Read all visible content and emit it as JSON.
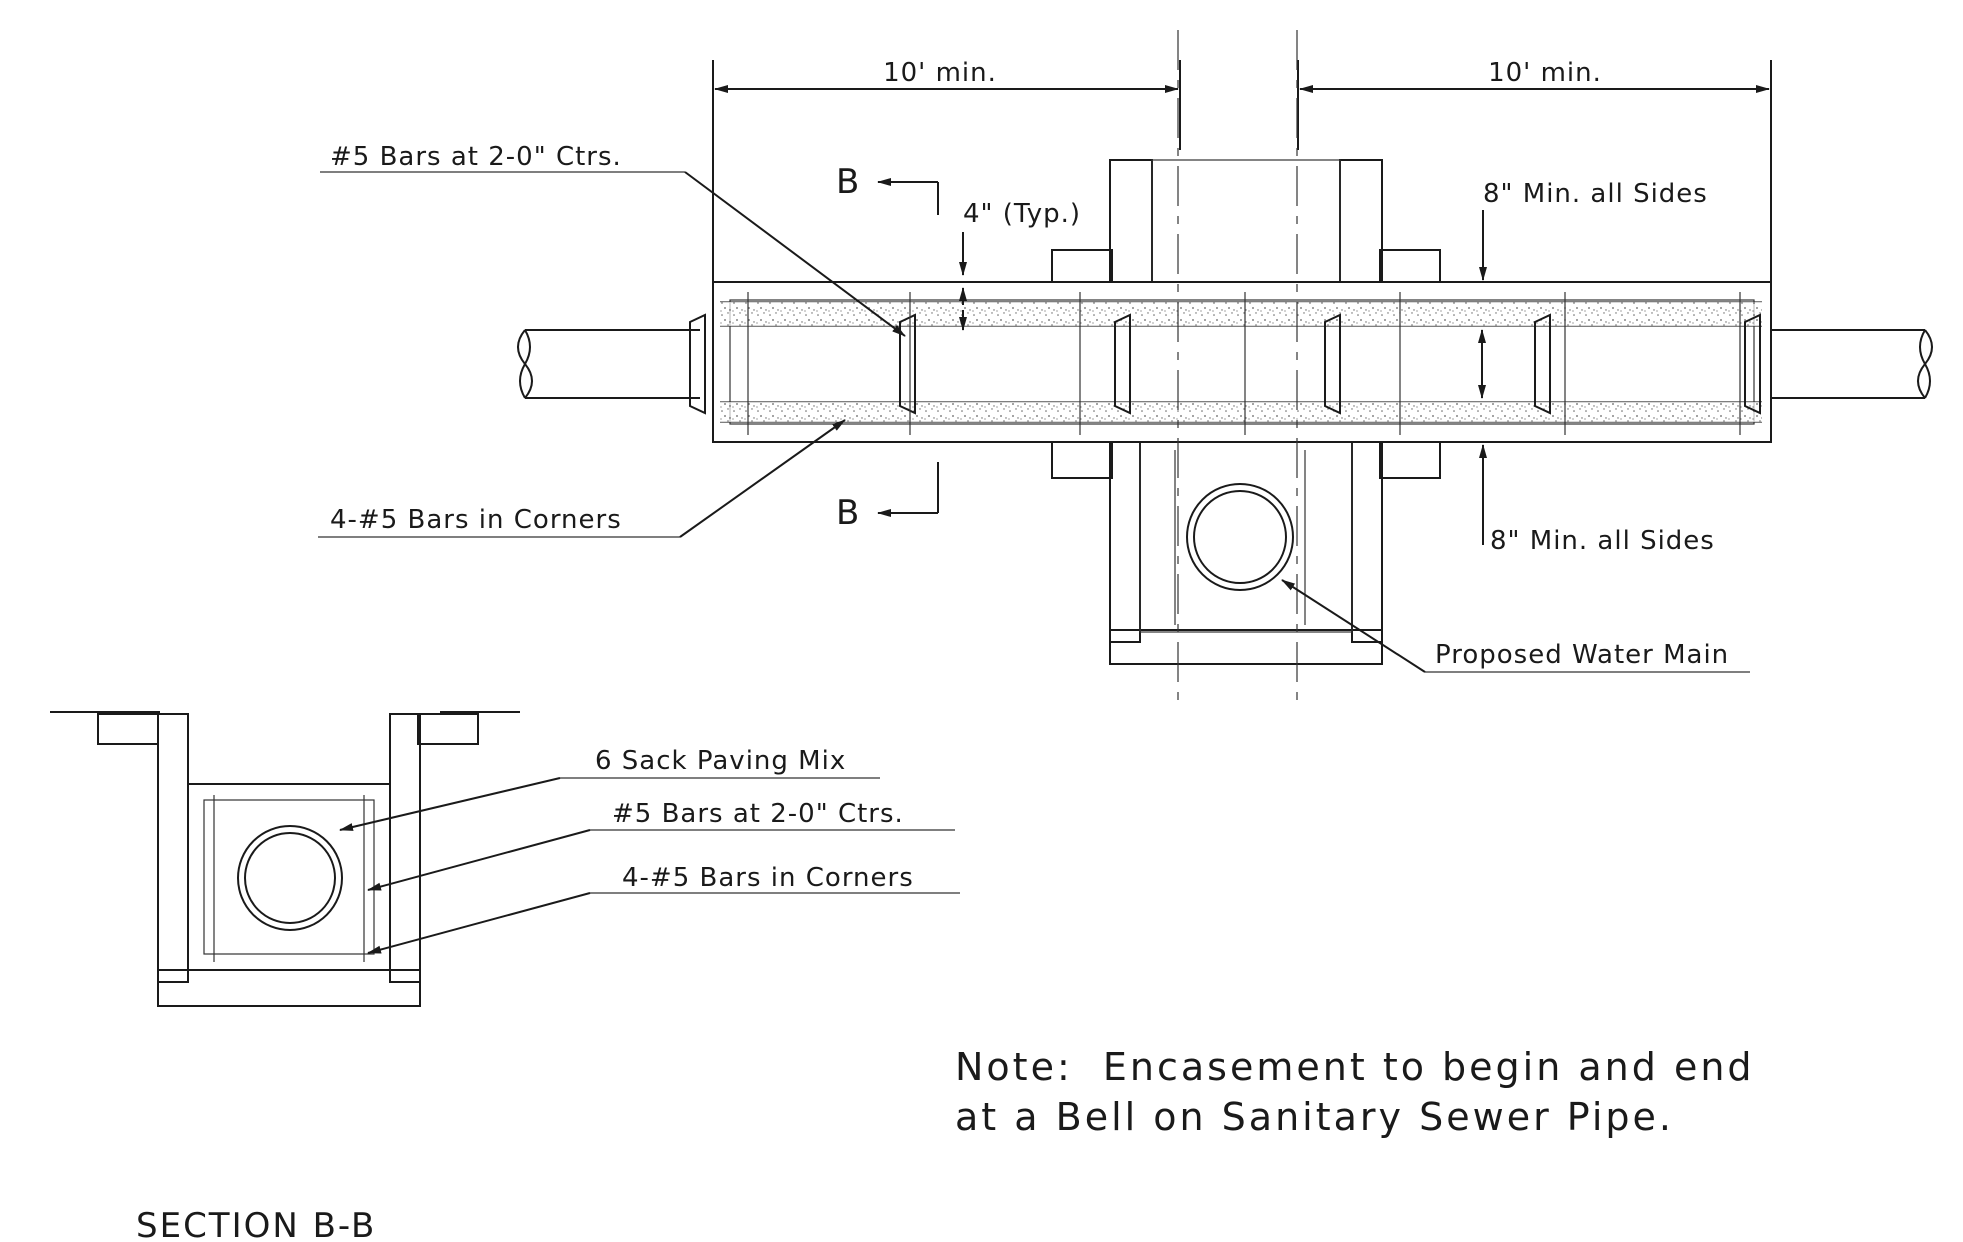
{
  "plan": {
    "dim_left": "10' min.",
    "dim_right": "10' min.",
    "label_bars_top": "#5 Bars at 2-0\" Ctrs.",
    "label_bars_corners": "4-#5 Bars in Corners",
    "section_mark_top": "B",
    "section_mark_bottom": "B",
    "label_typ": "4\" (Typ.)",
    "label_min_top": "8\" Min. all Sides",
    "label_min_bottom": "8\" Min. all Sides",
    "label_water_main": "Proposed Water Main"
  },
  "section": {
    "label_paving_mix": "6 Sack Paving Mix",
    "label_bars": "#5 Bars at 2-0\" Ctrs.",
    "label_corners": "4-#5 Bars in Corners",
    "title": "SECTION B-B"
  },
  "note": {
    "line1": "Note:  Encasement to begin and end",
    "line2": "at a Bell on Sanitary Sewer Pipe."
  }
}
